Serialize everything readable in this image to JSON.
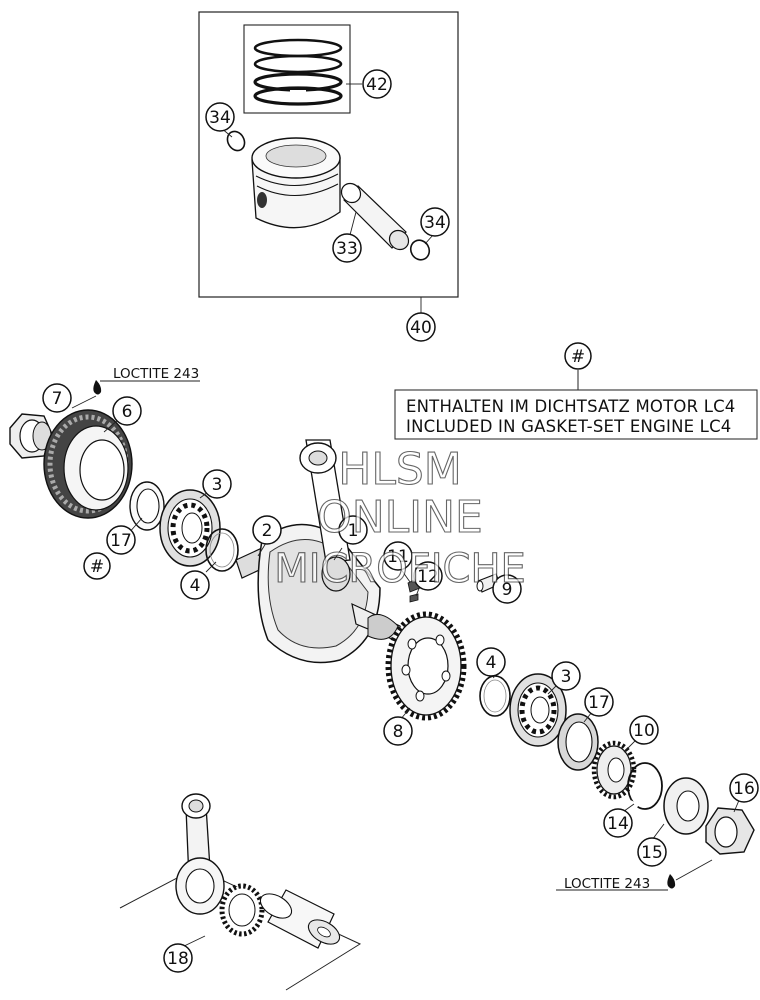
{
  "callouts": [
    {
      "id": "42",
      "label": "42"
    },
    {
      "id": "34a",
      "label": "34"
    },
    {
      "id": "34b",
      "label": "34"
    },
    {
      "id": "33",
      "label": "33"
    },
    {
      "id": "40",
      "label": "40"
    },
    {
      "id": "7",
      "label": "7"
    },
    {
      "id": "6",
      "label": "6"
    },
    {
      "id": "3a",
      "label": "3"
    },
    {
      "id": "17a",
      "label": "17"
    },
    {
      "id": "hash-a",
      "label": "#"
    },
    {
      "id": "4a",
      "label": "4"
    },
    {
      "id": "2",
      "label": "2"
    },
    {
      "id": "1",
      "label": "1"
    },
    {
      "id": "11",
      "label": "11"
    },
    {
      "id": "12",
      "label": "12"
    },
    {
      "id": "9",
      "label": "9"
    },
    {
      "id": "8",
      "label": "8"
    },
    {
      "id": "4b",
      "label": "4"
    },
    {
      "id": "3b",
      "label": "3"
    },
    {
      "id": "17b",
      "label": "17"
    },
    {
      "id": "10",
      "label": "10"
    },
    {
      "id": "16",
      "label": "16"
    },
    {
      "id": "14",
      "label": "14"
    },
    {
      "id": "15",
      "label": "15"
    },
    {
      "id": "18",
      "label": "18"
    },
    {
      "id": "hash-b",
      "label": "#"
    }
  ],
  "notes": {
    "loctite_top": "LOCTITE 243",
    "loctite_bottom": "LOCTITE 243"
  },
  "notice": {
    "line1": "ENTHALTEN IM DICHTSATZ MOTOR LC4",
    "line2": "INCLUDED IN GASKET-SET ENGINE LC4"
  },
  "watermark": {
    "line1": "HLSM",
    "line2": "ONLINE",
    "line3": "MICROFICHE"
  }
}
